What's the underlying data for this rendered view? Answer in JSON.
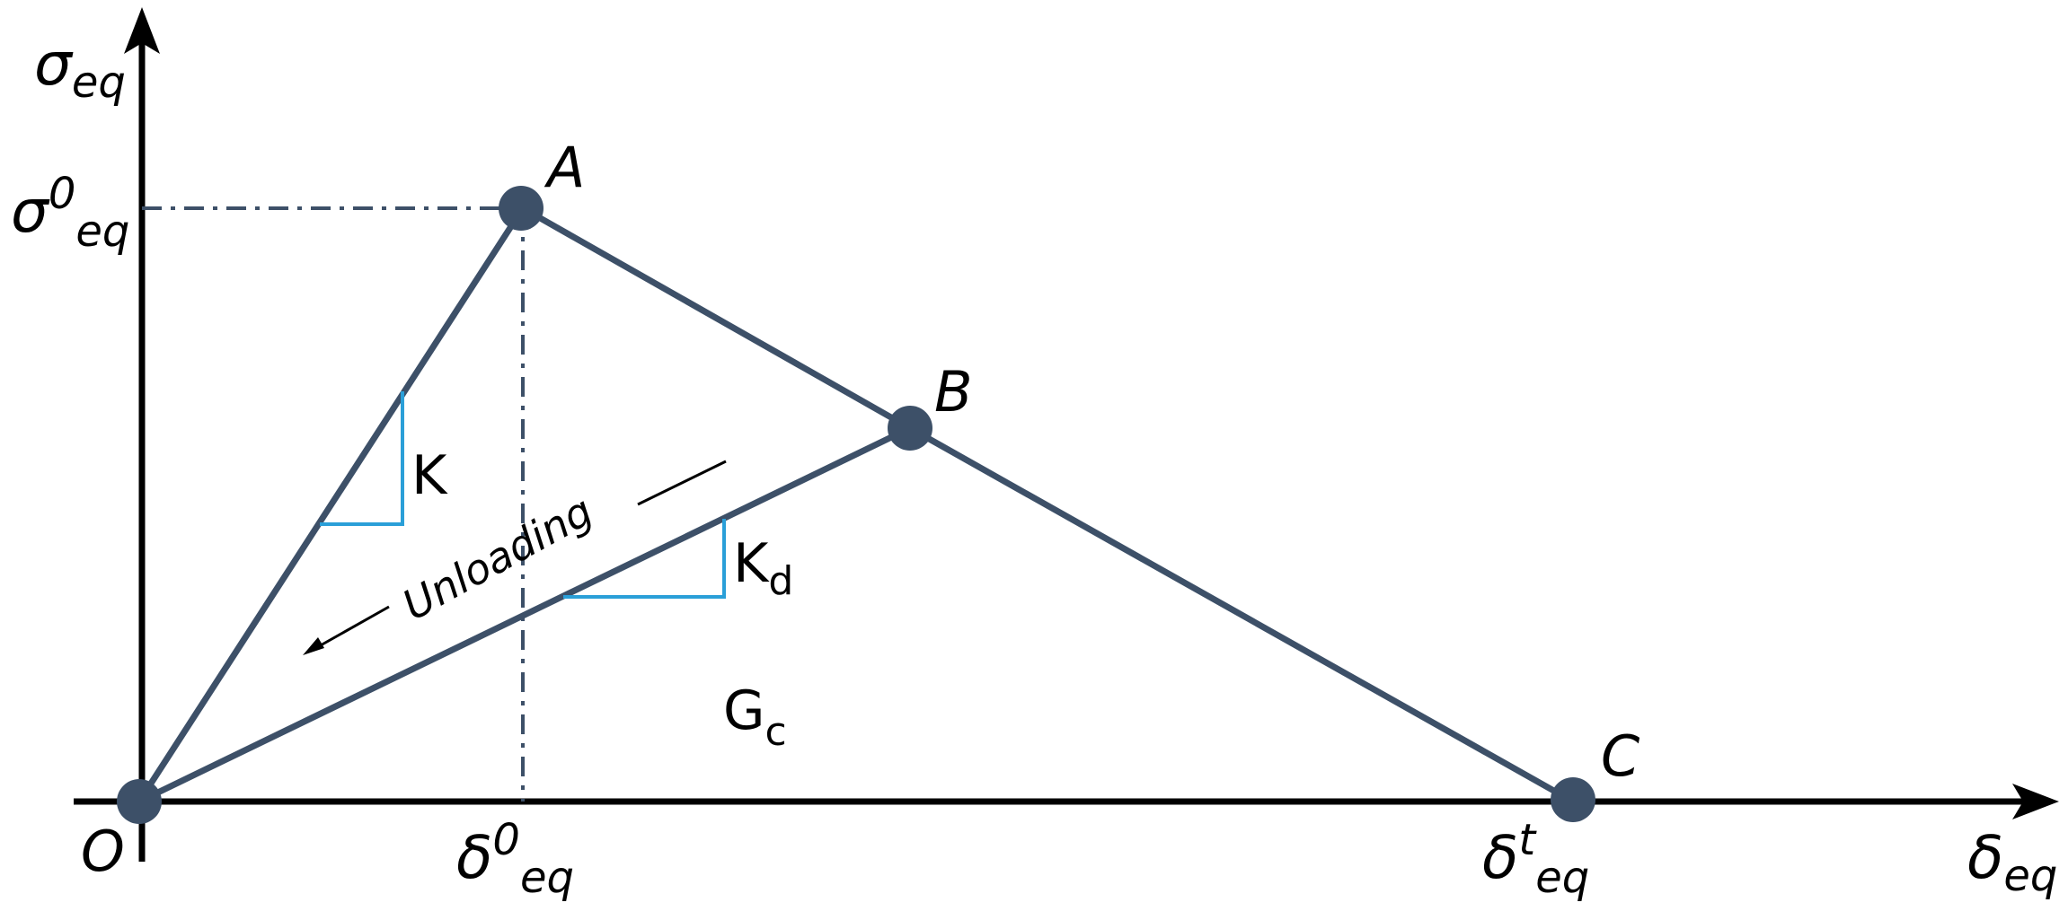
{
  "colors": {
    "axis": "#000000",
    "curve": "#3d5068",
    "slope": "#2a9fd8",
    "background": "#ffffff"
  },
  "axes": {
    "y_symbol": "σ",
    "y_sub": "eq",
    "x_symbol": "δ",
    "x_sub": "eq",
    "origin": "O"
  },
  "points": {
    "A": "A",
    "B": "B",
    "C": "C",
    "O": "O"
  },
  "ticks": {
    "sigma0": {
      "base": "σ",
      "sup": "0",
      "sub": "eq"
    },
    "delta0": {
      "base": "δ",
      "sup": "0",
      "sub": "eq"
    },
    "deltat": {
      "base": "δ",
      "sup": "t",
      "sub": "eq"
    }
  },
  "labels": {
    "stiffness": "K",
    "damaged_stiffness_base": "K",
    "damaged_stiffness_sub": "d",
    "unloading": "Unloading",
    "fracture_energy_base": "G",
    "fracture_energy_sub": "c"
  }
}
